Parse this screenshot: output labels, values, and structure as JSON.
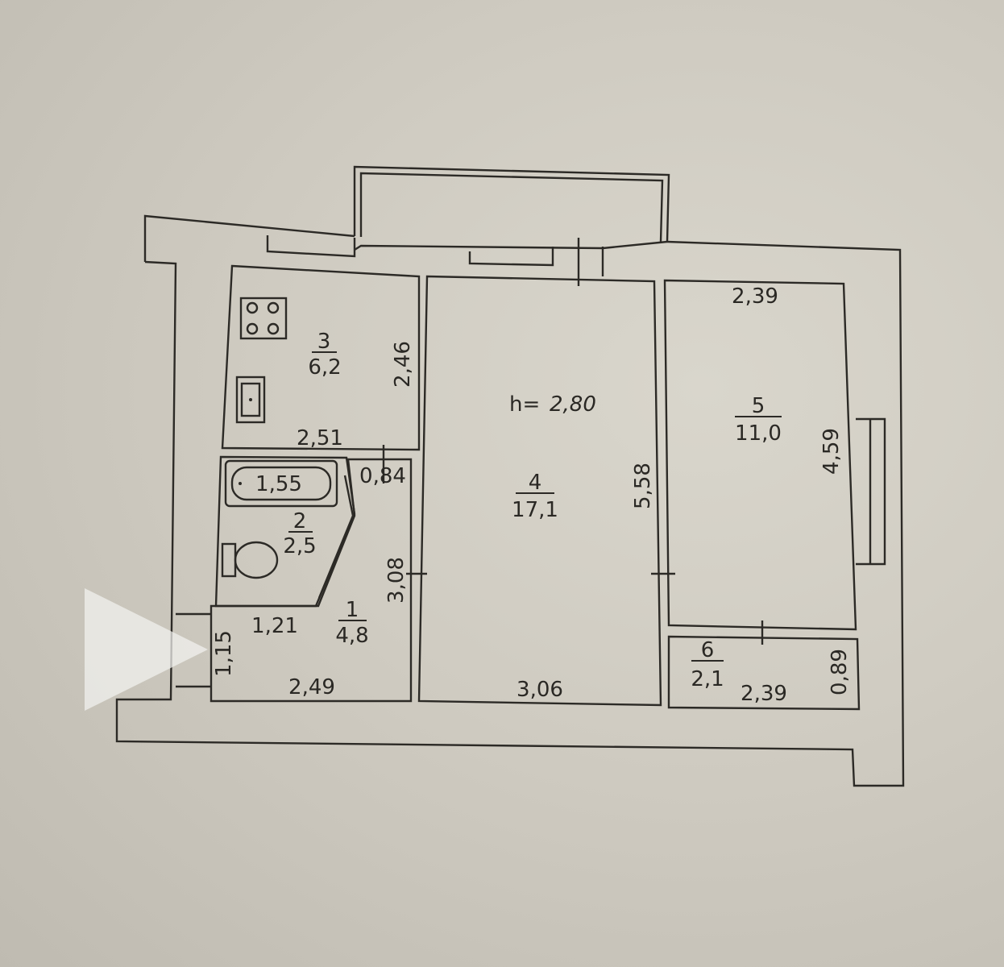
{
  "plan": {
    "ceiling_height_label": "h=",
    "ceiling_height_value": "2,80",
    "rooms": [
      {
        "number": "1",
        "area": "4,8"
      },
      {
        "number": "2",
        "area": "2,5"
      },
      {
        "number": "3",
        "area": "6,2"
      },
      {
        "number": "4",
        "area": "17,1"
      },
      {
        "number": "5",
        "area": "11,0"
      },
      {
        "number": "6",
        "area": "2,1"
      }
    ],
    "dimensions": {
      "kitchen_height": "2,46",
      "kitchen_width": "2,51",
      "bathtub_length": "1,55",
      "corridor_width": "0,84",
      "hall_height": "3,08",
      "hall_width_top": "1,21",
      "hall_side": "1,15",
      "hall_width": "2,49",
      "living_height": "5,58",
      "living_width": "3,06",
      "bedroom_width": "2,39",
      "bedroom_height": "4,59",
      "closet_width": "2,39",
      "closet_depth": "0,89"
    }
  },
  "colors": {
    "paper": "#d4d1c7",
    "ink": "#2c2a26"
  },
  "icons": [
    "stove-icon",
    "sink-icon",
    "bathtub-icon",
    "toilet-icon",
    "play-icon"
  ]
}
